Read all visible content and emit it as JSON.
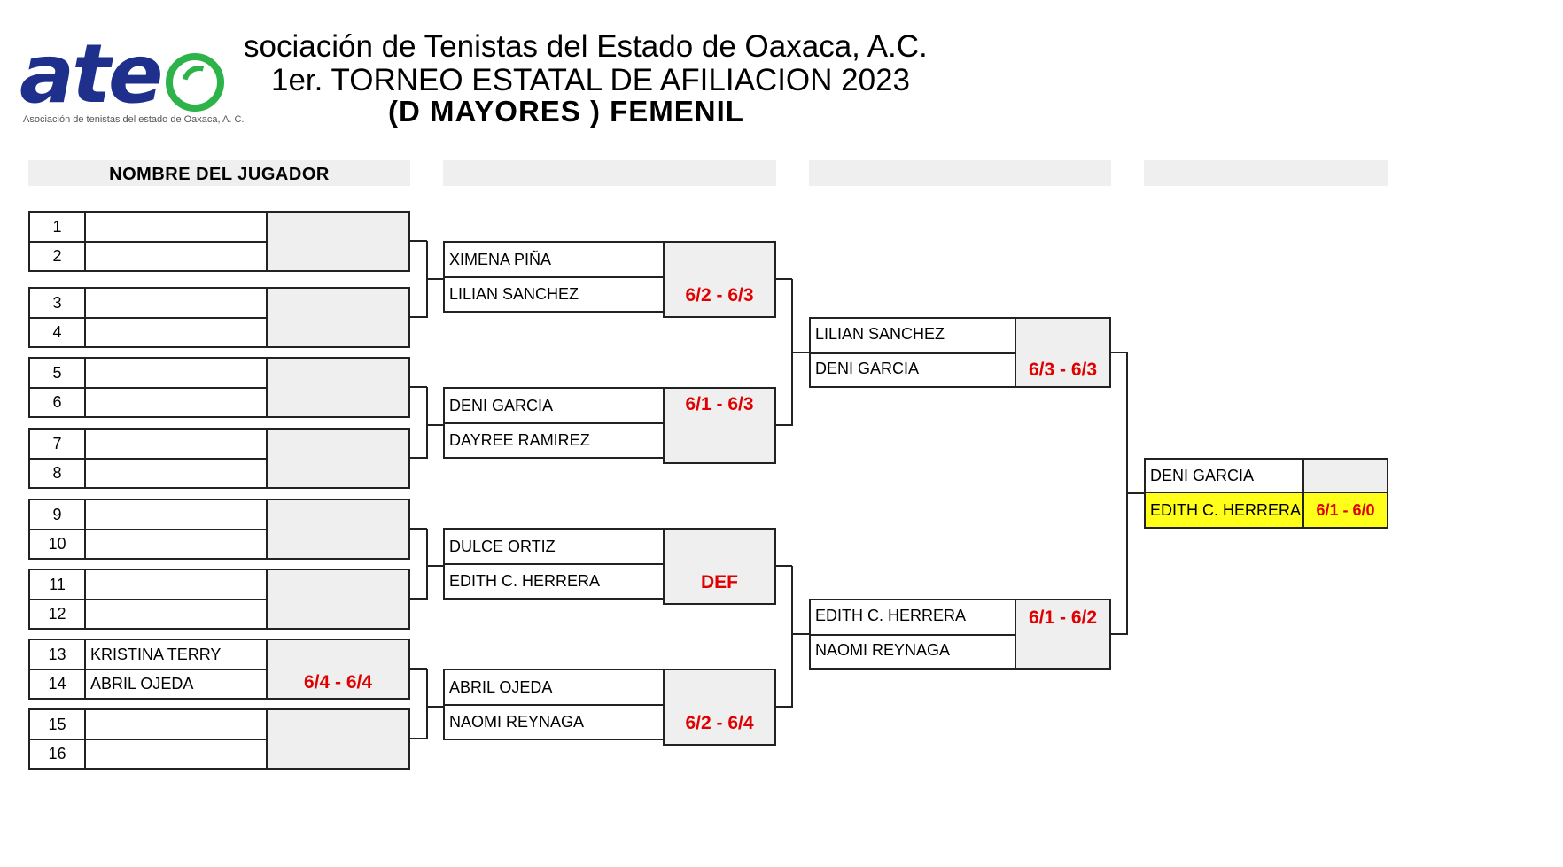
{
  "header": {
    "logo_word": "ate",
    "logo_caption": "Asociación de tenistas del estado de Oaxaca, A. C.",
    "title_line1": "sociación de Tenistas del Estado de Oaxaca, A.C.",
    "title_line2": "1er. TORNEO ESTATAL DE AFILIACION 2023",
    "title_line3": "(D MAYORES ) FEMENIL"
  },
  "columns": {
    "col1_label": "NOMBRE DEL JUGADOR"
  },
  "round1": {
    "numbers": [
      "1",
      "2",
      "3",
      "4",
      "5",
      "6",
      "7",
      "8",
      "9",
      "10",
      "11",
      "12",
      "13",
      "14",
      "15",
      "16"
    ],
    "names": [
      "",
      "",
      "",
      "",
      "",
      "",
      "",
      "",
      "",
      "",
      "",
      "",
      "KRISTINA  TERRY",
      "ABRIL OJEDA",
      "",
      ""
    ],
    "scores": [
      "",
      "",
      "",
      "",
      "",
      "",
      "6/4 - 6/4",
      ""
    ]
  },
  "round2": {
    "names": [
      "XIMENA PIÑA",
      "LILIAN SANCHEZ",
      "DENI GARCIA",
      "DAYREE RAMIREZ",
      "DULCE ORTIZ",
      "EDITH C. HERRERA",
      "ABRIL OJEDA",
      "NAOMI REYNAGA"
    ],
    "scores": [
      "6/2 - 6/3",
      "6/1 - 6/3",
      "DEF",
      "6/2 - 6/4"
    ]
  },
  "round3": {
    "names": [
      "LILIAN SANCHEZ",
      "DENI GARCIA",
      "EDITH C. HERRERA",
      "NAOMI REYNAGA"
    ],
    "scores": [
      "6/3 - 6/3",
      "6/1 - 6/2"
    ]
  },
  "final": {
    "names": [
      "DENI GARCIA",
      "EDITH C. HERRERA"
    ],
    "score": "6/1 - 6/0",
    "highlight_color": "#ffff1a"
  },
  "colors": {
    "score_red": "#e00000",
    "box_gray": "#efefef",
    "logo_blue": "#1f2f8c",
    "logo_green": "#2db34a"
  }
}
